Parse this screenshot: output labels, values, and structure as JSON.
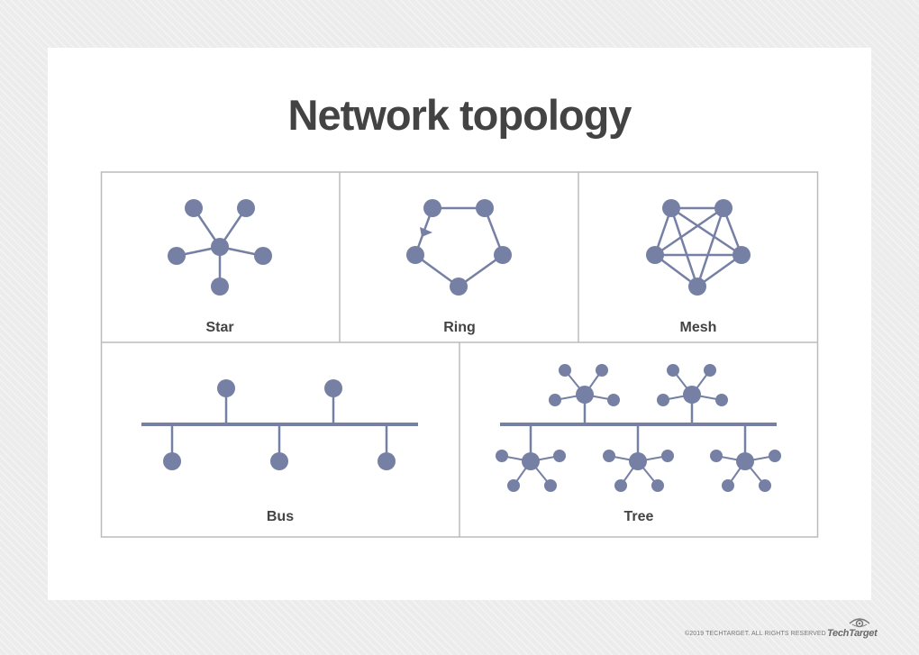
{
  "title": "Network topology",
  "panels": {
    "star": "Star",
    "ring": "Ring",
    "mesh": "Mesh",
    "bus": "Bus",
    "tree": "Tree"
  },
  "footer": {
    "copyright": "©2019 TECHTARGET. ALL RIGHTS RESERVED",
    "logo_text": "TechTarget"
  },
  "colors": {
    "node": "#7580a4",
    "border": "#bbbbbb",
    "title": "#434343"
  }
}
